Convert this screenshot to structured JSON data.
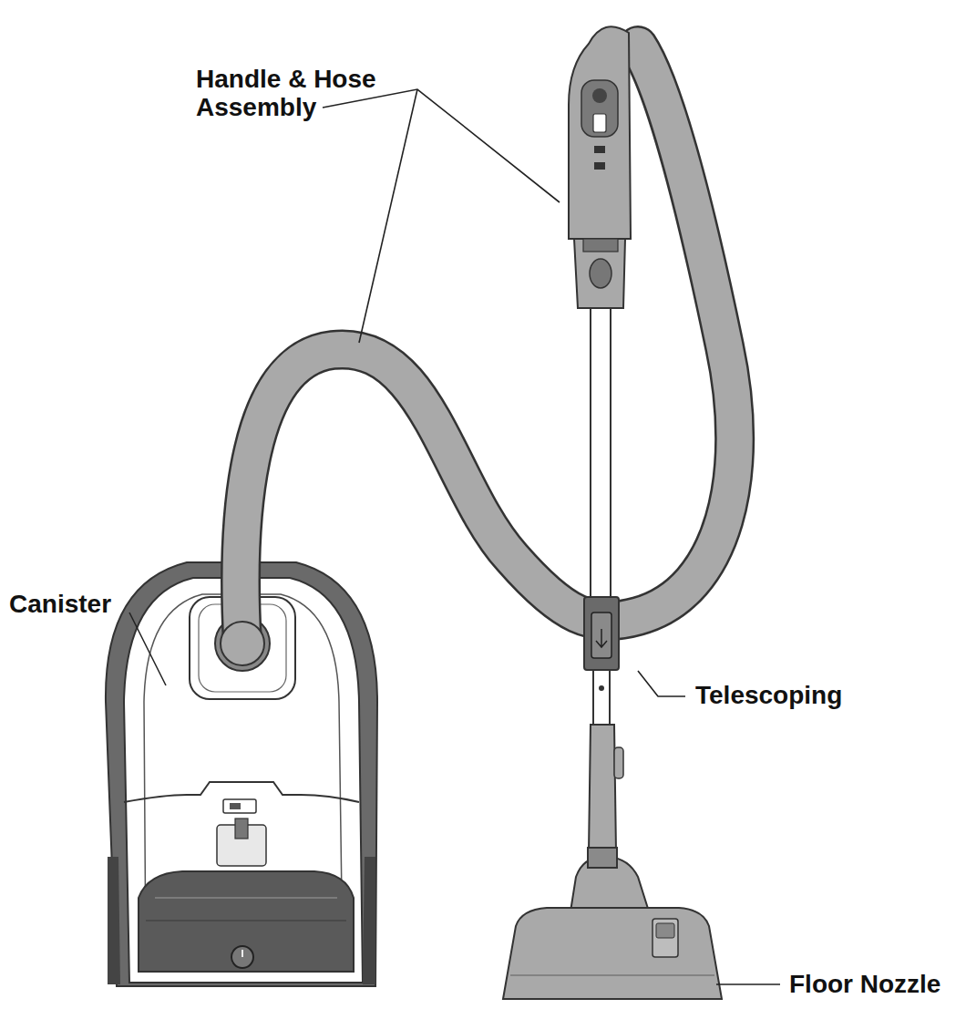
{
  "diagram": {
    "labels": [
      "Handle & Hose Assembly",
      "Canister",
      "Telescoping",
      "Floor Nozzle"
    ]
  }
}
